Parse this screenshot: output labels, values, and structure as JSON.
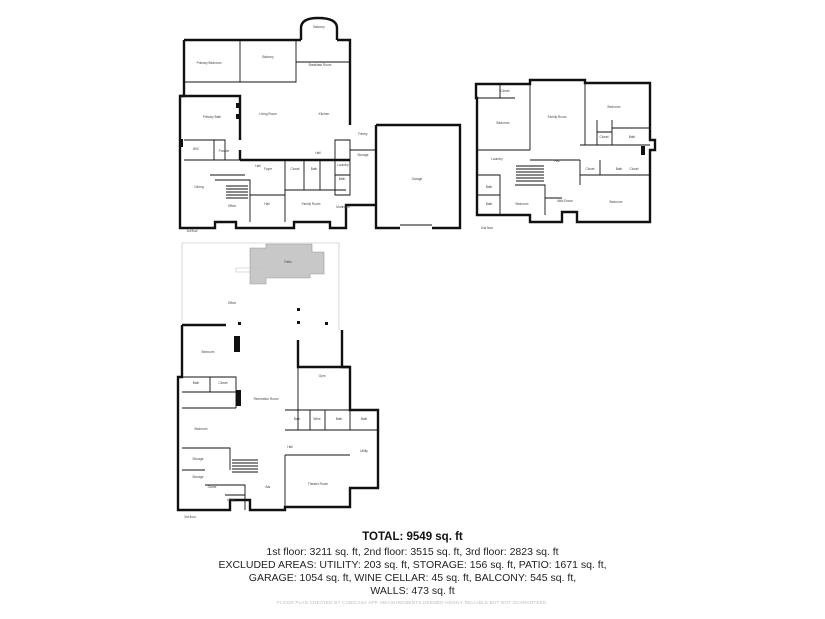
{
  "floors": [
    {
      "tag": "1st floor",
      "rooms": [
        "Balcony",
        "Primary Bedroom",
        "Balcony",
        "Breakfast Room",
        "Primary Bath",
        "WIC",
        "Living Room",
        "Kitchen",
        "Pantry",
        "Laundry",
        "Hall",
        "Powder",
        "Dining",
        "Hall",
        "Office",
        "Garage",
        "Hall",
        "Closet",
        "Family Room",
        "Mudroom",
        "Foyer",
        "Bath",
        "Storage",
        "Bath"
      ]
    },
    {
      "tag": "2nd floor",
      "rooms": [
        "Closet",
        "Bedroom",
        "Family Room",
        "Bedroom",
        "Closet",
        "Bath",
        "Hall",
        "Laundry",
        "Closet",
        "Bath",
        "Bath",
        "Bedroom",
        "Attic Room",
        "Bedroom",
        "Bath",
        "Closet"
      ]
    },
    {
      "tag": "3rd floor",
      "rooms": [
        "Bedroom",
        "Office",
        "Patio",
        "Gym",
        "Recreation Room",
        "Bath",
        "Closet",
        "Bedroom",
        "Bath",
        "Wine",
        "Bath",
        "Bath",
        "Theater Room",
        "Hall",
        "Storage",
        "Utility",
        "Storage",
        "Bar",
        "Utility",
        "Game"
      ]
    }
  ],
  "summary": {
    "total": "TOTAL: 9549 sq. ft",
    "line1": "1st floor: 3211 sq. ft, 2nd floor: 3515 sq. ft, 3rd floor: 2823 sq. ft",
    "line2": "EXCLUDED AREAS: UTILITY: 203 sq. ft, STORAGE: 156 sq. ft, PATIO: 1671 sq. ft,",
    "line3": "GARAGE: 1054 sq. ft, WINE CELLAR: 45 sq. ft, BALCONY: 545 sq. ft,",
    "line4": "WALLS: 473 sq. ft"
  },
  "credit": "FLOOR PLAN CREATED BY CUBICASA APP. MEASUREMENTS DEEMED HIGHLY RELIABLE BUT NOT GUARANTEED."
}
